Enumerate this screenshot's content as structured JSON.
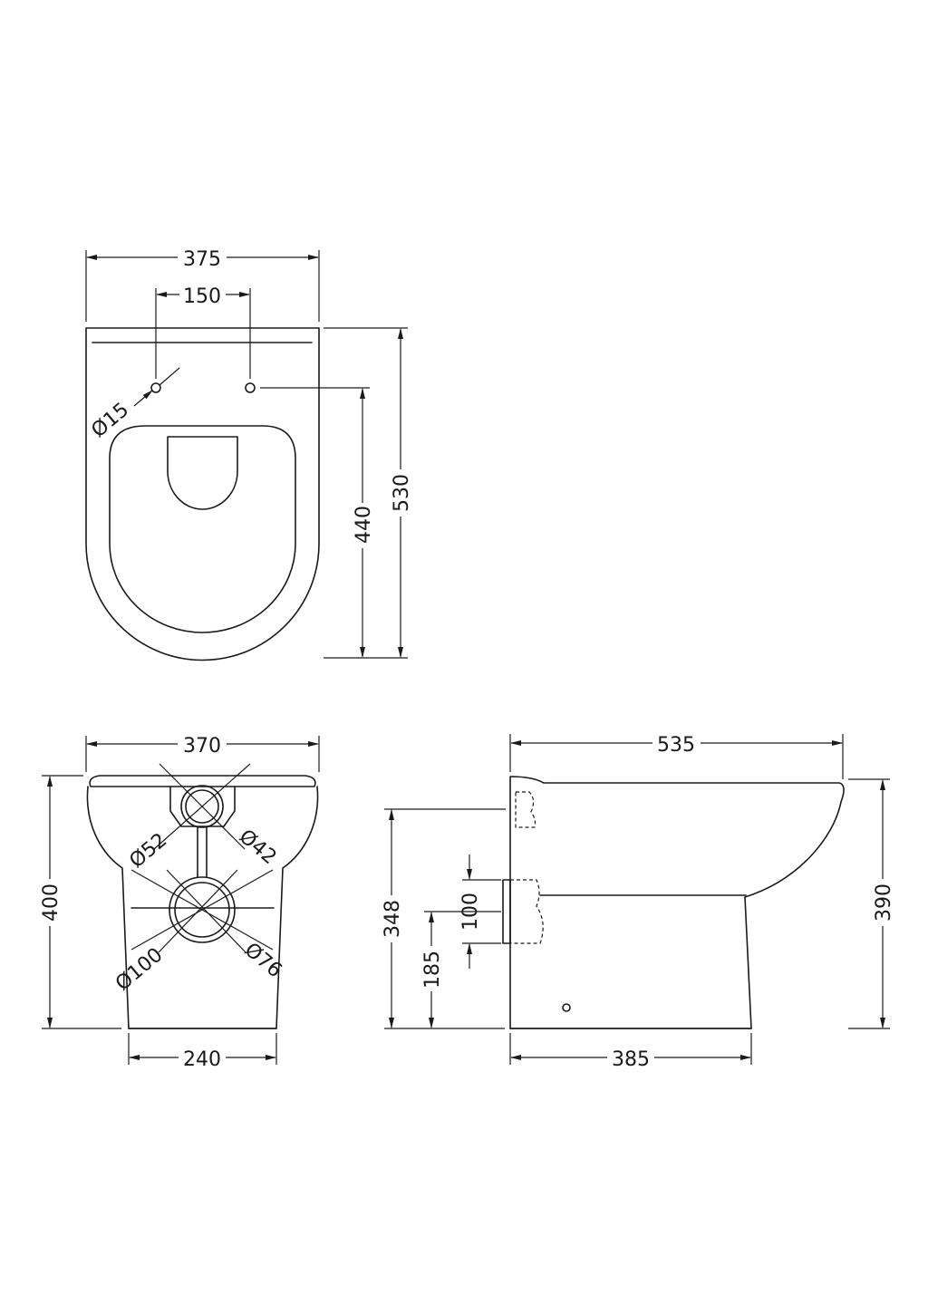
{
  "top_view": {
    "width": "375",
    "tap_spacing": "150",
    "tap_hole": "Ø15",
    "waste_depth": "440",
    "depth": "530"
  },
  "front_view": {
    "width": "370",
    "base_width": "240",
    "height": "400",
    "inlet_outer": "Ø52",
    "inlet_inner": "Ø42",
    "outlet_outer": "Ø100",
    "outlet_inner": "Ø76"
  },
  "side_view": {
    "length": "535",
    "base_length": "385",
    "height": "390",
    "inlet_height": "348",
    "outlet_size": "100",
    "outlet_height": "185"
  }
}
